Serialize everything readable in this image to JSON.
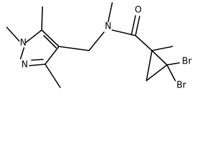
{
  "molecule": {
    "atom_labels": {
      "n_methyl": "N",
      "n_ring_1": "N",
      "n_ring_2": "N",
      "oxygen": "O",
      "bromine_top": "Br",
      "bromine_bottom": "Br"
    },
    "colors": {
      "bond": "#000000",
      "label": "#000000",
      "background": "#ffffff"
    }
  }
}
